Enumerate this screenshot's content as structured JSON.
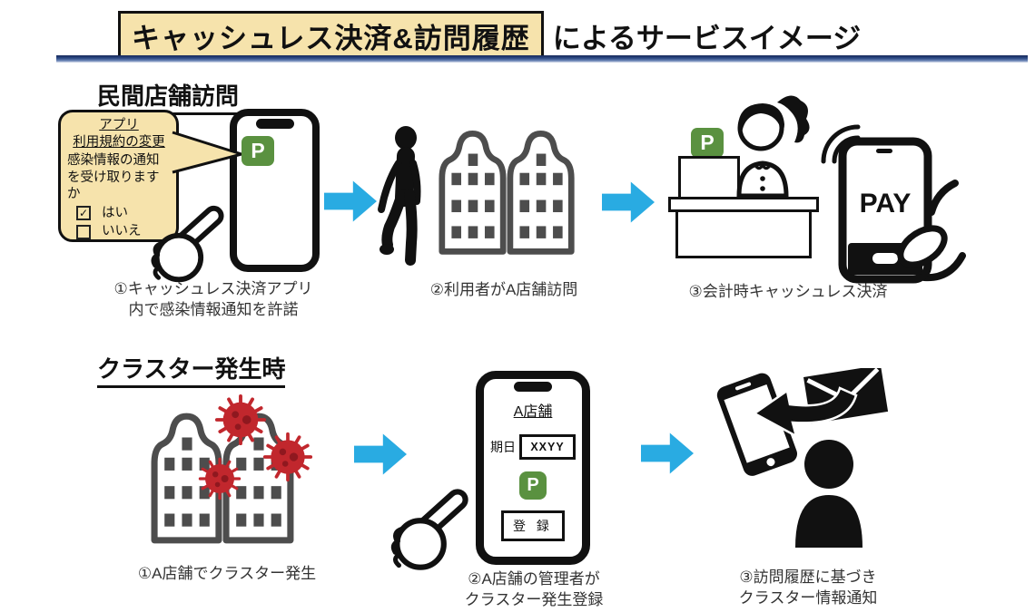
{
  "title": {
    "highlight": "キャッシュレス決済&訪問履歴",
    "suffix": "によるサービスイメージ"
  },
  "app": {
    "p_logo": "P"
  },
  "colors": {
    "highlight_bg": "#f6e3ac",
    "arrow_blue": "#29abe2",
    "p_green": "#5a9140",
    "virus_red": "#c1272d",
    "building_gray": "#4d4d4d",
    "divider_navy": "#2d4a85"
  },
  "section1": {
    "heading": "民間店舗訪問",
    "bubble": {
      "header_line1": "アプリ",
      "header_line2": "利用規約の変更",
      "body": "感染情報の通知を受け取りますか",
      "yes_check": "✓",
      "yes_label": "はい",
      "no_label": "いいえ"
    },
    "caption1_line1": "①キャッシュレス決済アプリ",
    "caption1_line2": "内で感染情報通知を許諾",
    "caption2": "②利用者がA店舗訪問",
    "caption3": "③会計時キャッシュレス決済",
    "pay_label": "PAY"
  },
  "section2": {
    "heading": "クラスター発生時",
    "caption1": "①A店舗でクラスター発生",
    "phone": {
      "store_name": "A店舗",
      "date_label": "期日",
      "date_value": "XXYY",
      "register_button": "登 録"
    },
    "caption2_line1": "②A店舗の管理者が",
    "caption2_line2": "クラスター発生登録",
    "caption3_line1": "③訪問履歴に基づき",
    "caption3_line2": "クラスター情報通知"
  }
}
